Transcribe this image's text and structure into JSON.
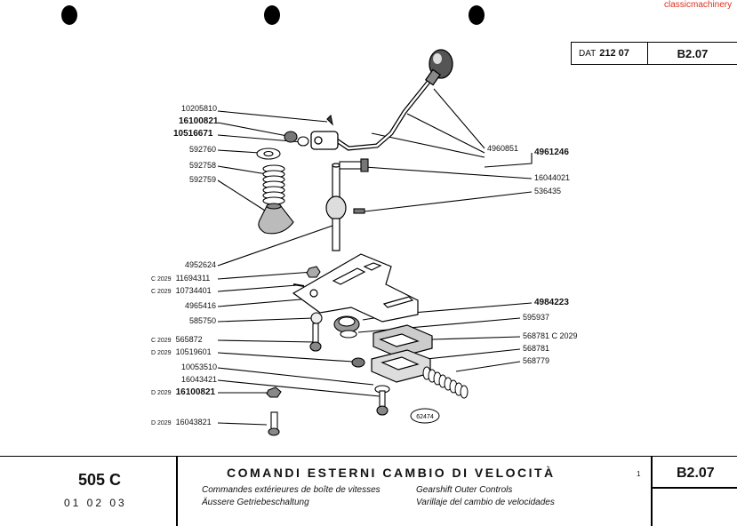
{
  "watermark": "classicmachinery",
  "header": {
    "dat_label": "DAT",
    "dat_number": "212 07",
    "page_code": "B2.07"
  },
  "drawing_number": "62474",
  "part_labels": [
    {
      "id": "p1",
      "variant": "",
      "number": "10205810",
      "bold": false
    },
    {
      "id": "p2",
      "variant": "",
      "number": "16100821",
      "bold": true
    },
    {
      "id": "p3",
      "variant": "",
      "number": "10516671",
      "bold": true
    },
    {
      "id": "p4",
      "variant": "",
      "number": "592760",
      "bold": false
    },
    {
      "id": "p5",
      "variant": "",
      "number": "592758",
      "bold": false
    },
    {
      "id": "p6",
      "variant": "",
      "number": "592759",
      "bold": false
    },
    {
      "id": "p7",
      "variant": "",
      "number": "4952624",
      "bold": false
    },
    {
      "id": "p8",
      "variant": "C 2029",
      "number": "11694311",
      "bold": false
    },
    {
      "id": "p9",
      "variant": "C 2029",
      "number": "10734401",
      "bold": false
    },
    {
      "id": "p10",
      "variant": "",
      "number": "4965416",
      "bold": false
    },
    {
      "id": "p11",
      "variant": "",
      "number": "585750",
      "bold": false
    },
    {
      "id": "p12",
      "variant": "C 2029",
      "number": "565872",
      "bold": false
    },
    {
      "id": "p13",
      "variant": "D 2029",
      "number": "10519601",
      "bold": false
    },
    {
      "id": "p14",
      "variant": "",
      "number": "10053510",
      "bold": false
    },
    {
      "id": "p15",
      "variant": "",
      "number": "16043421",
      "bold": false
    },
    {
      "id": "p16",
      "variant": "D 2029",
      "number": "16100821",
      "bold": true
    },
    {
      "id": "p17",
      "variant": "D 2029",
      "number": "16043821",
      "bold": false
    },
    {
      "id": "p18",
      "variant": "",
      "number": "4960851",
      "bold": false
    },
    {
      "id": "p19",
      "variant": "",
      "number": "4961246",
      "bold": true
    },
    {
      "id": "p20",
      "variant": "",
      "number": "16044021",
      "bold": false
    },
    {
      "id": "p21",
      "variant": "",
      "number": "536435",
      "bold": false
    },
    {
      "id": "p22",
      "variant": "",
      "number": "4984223",
      "bold": true
    },
    {
      "id": "p23",
      "variant": "",
      "number": "595937",
      "bold": false
    },
    {
      "id": "p24",
      "variant": "",
      "number": "568781 C 2029",
      "bold": false
    },
    {
      "id": "p25",
      "variant": "",
      "number": "568781",
      "bold": false
    },
    {
      "id": "p26",
      "variant": "",
      "number": "568779",
      "bold": false
    }
  ],
  "footer": {
    "model": "505 C",
    "date": "01 02 03",
    "title_it": "COMANDI ESTERNI CAMBIO DI VELOCITÀ",
    "title_fr": "Commandes extérieures de boîte de vitesses",
    "title_de": "Äussere Getriebeschaltung",
    "title_en": "Gearshift Outer Controls",
    "title_es": "Varillaje del cambio de velocidades",
    "sheet_number": "1",
    "page_code": "B2.07"
  }
}
